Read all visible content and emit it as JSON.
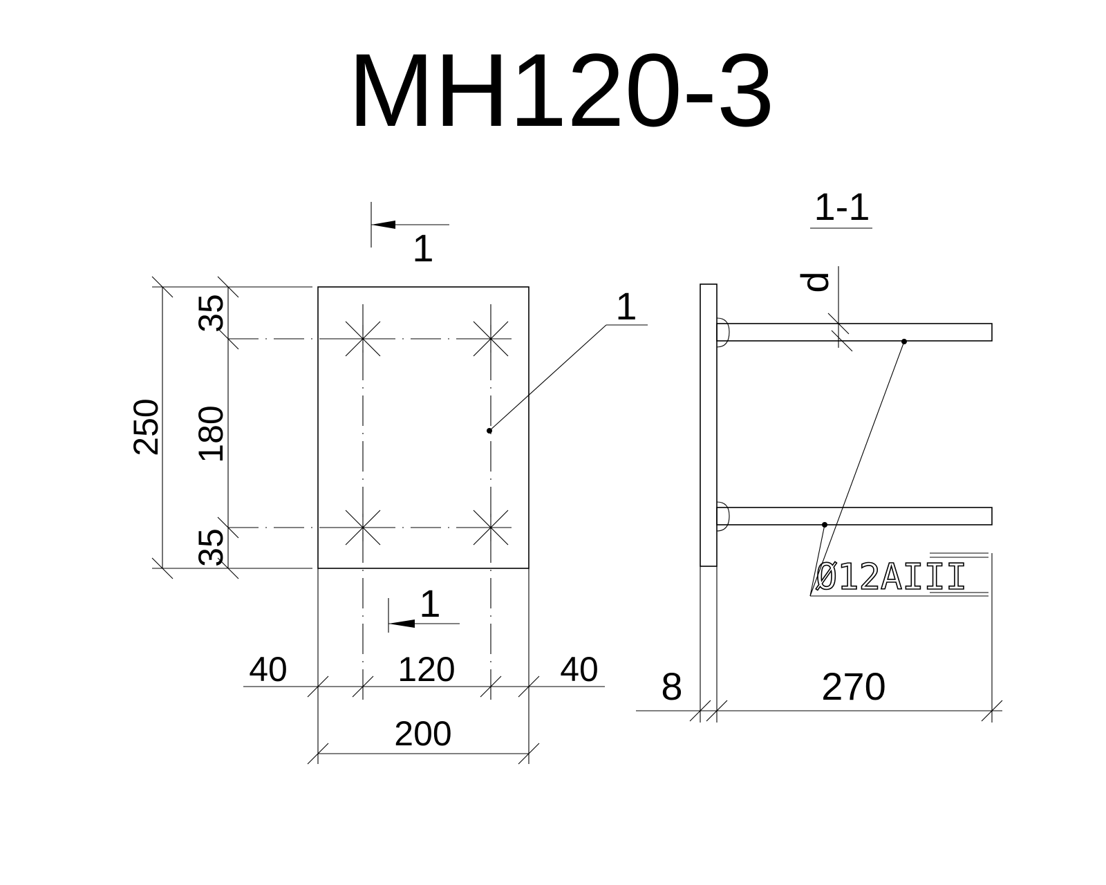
{
  "title": "MH120-3",
  "plan": {
    "section_marker_top": "1",
    "section_marker_bottom": "1",
    "leader_label": "1",
    "dims": {
      "height_total": "250",
      "top_edge": "35",
      "bar_spacing_v": "180",
      "bottom_edge": "35",
      "left_edge": "40",
      "bar_spacing_h": "120",
      "right_edge": "40",
      "width_total": "200"
    }
  },
  "section": {
    "title": "1-1",
    "d_label": "d",
    "rebar_spec": "Ø12AIII",
    "dims": {
      "plate_thickness": "8",
      "bar_length": "270"
    }
  }
}
